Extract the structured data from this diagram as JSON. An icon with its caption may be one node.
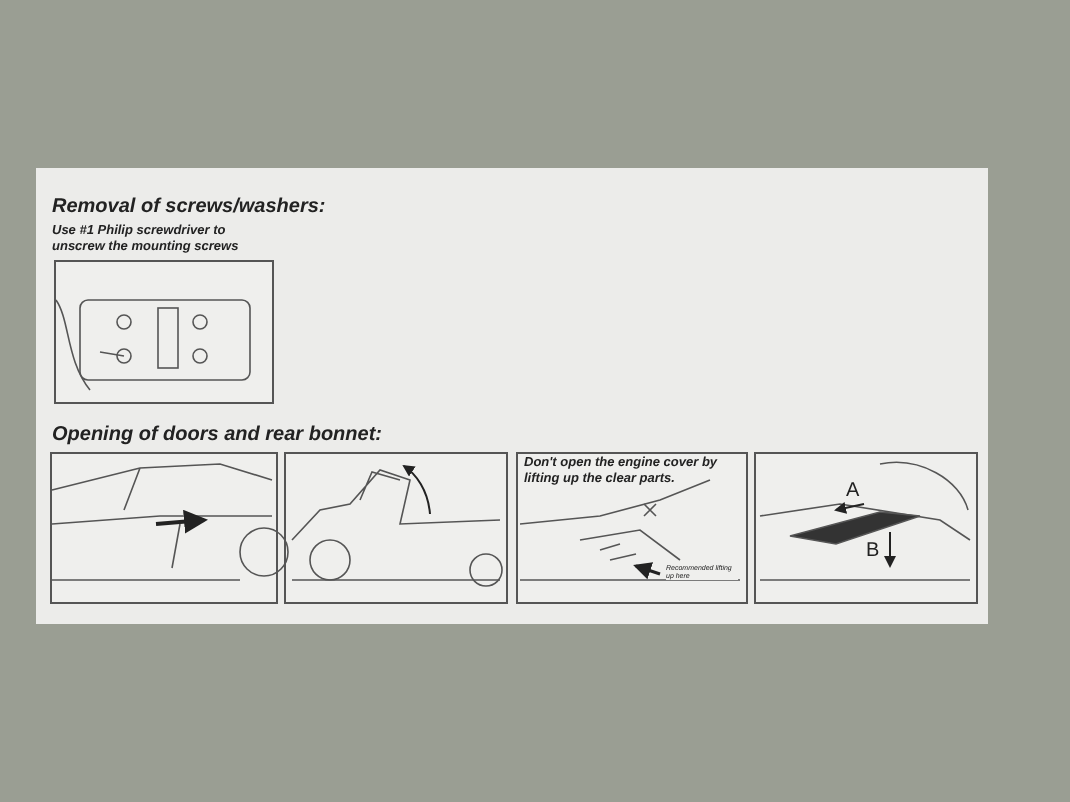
{
  "diagram": {
    "labels": [
      "Removal of screws/washers:",
      "Use #1 Philip screwdriver to unscrew the mounting screws",
      "Opening of doors and rear bonnet:",
      "Don't open the engine cover by lifting up the clear parts.",
      "Recommended lifting up here",
      "A",
      "B"
    ]
  }
}
